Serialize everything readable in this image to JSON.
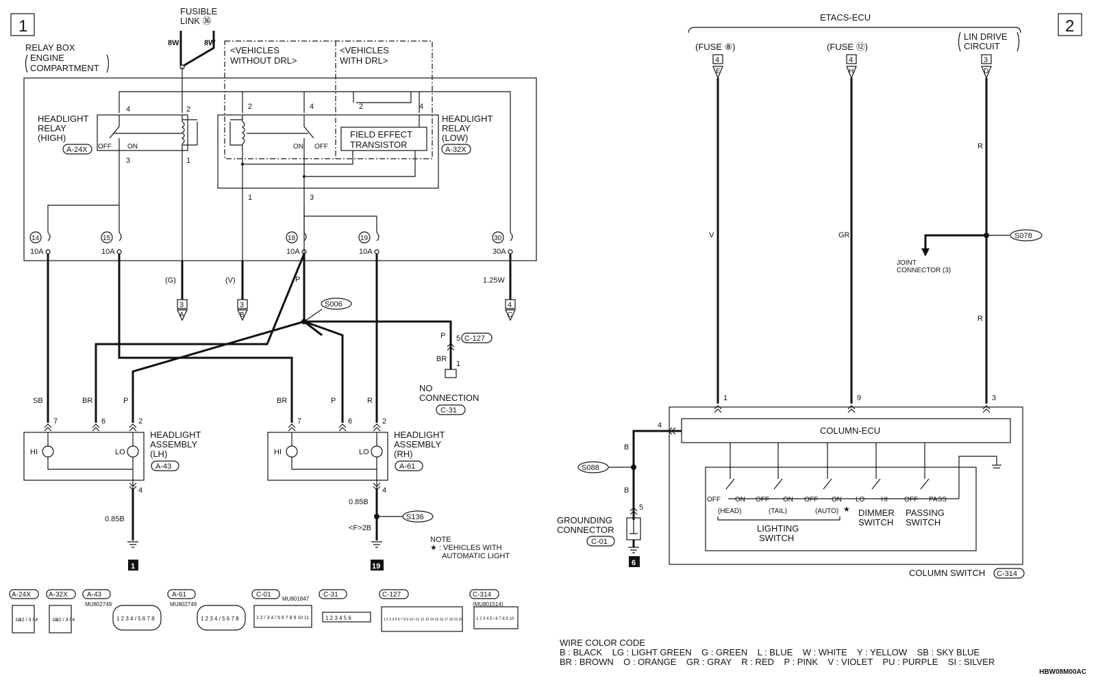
{
  "page_labels": {
    "left": "1",
    "right": "2"
  },
  "fusible_link": {
    "line1": "FUSIBLE",
    "line2": "LINK ㊱",
    "wire_left": "8W",
    "wire_right": "8W"
  },
  "relay_box": {
    "line1": "RELAY BOX",
    "line2": "ENGINE",
    "line3": "COMPARTMENT"
  },
  "variants": {
    "without_drl_1": "<VEHICLES",
    "without_drl_2": "WITHOUT DRL>",
    "with_drl_1": "<VEHICLES",
    "with_drl_2": "WITH DRL>"
  },
  "relay_high": {
    "line1": "HEADLIGHT",
    "line2": "RELAY",
    "line3": "(HIGH)",
    "connector": "A-24X",
    "off": "OFF",
    "on": "ON",
    "pin4": "4",
    "pin2": "2",
    "pin3": "3",
    "pin1": "1"
  },
  "relay_low": {
    "line1": "HEADLIGHT",
    "line2": "RELAY",
    "line3": "(LOW)",
    "connector": "A-32X",
    "on": "ON",
    "off": "OFF",
    "pin2a": "2",
    "pin4a": "4",
    "pin2b": "2",
    "pin4b": "4",
    "pin1": "1",
    "pin3": "3"
  },
  "fet": {
    "line1": "FIELD EFFECT",
    "line2": "TRANSISTOR"
  },
  "fuses": [
    {
      "num": "14",
      "amp": "10A"
    },
    {
      "num": "15",
      "amp": "10A"
    },
    {
      "num": "18",
      "amp": "10A"
    },
    {
      "num": "19",
      "amp": "10A"
    },
    {
      "num": "30",
      "amp": "30A"
    }
  ],
  "outputs": [
    {
      "color": "(G)",
      "num": "3",
      "letter": "A"
    },
    {
      "color": "(V)",
      "num": "3",
      "letter": "B"
    },
    {
      "color": "1.25W",
      "num": "4",
      "letter": "C"
    }
  ],
  "wire_labels": {
    "p_top": "P",
    "sb": "SB",
    "br_lh": "BR",
    "p_lh": "P",
    "br_rh": "BR",
    "p_rh": "P",
    "r_rh": "R",
    "p_c127": "P",
    "br_c127": "BR",
    "gnd_lh": "0.85B",
    "gnd_rh": "0.85B",
    "f2b": "<F>2B",
    "b_top": "B",
    "b_bot": "B",
    "v": "V",
    "gr": "GR",
    "r_top": "R",
    "r_bot": "R"
  },
  "splices": {
    "s006": "S006",
    "s136": "S136",
    "s088": "S088",
    "s078": "S078"
  },
  "c127": {
    "pin5": "5",
    "pin1": "1",
    "connector": "C-127"
  },
  "no_connection": {
    "line1": "NO",
    "line2": "CONNECTION",
    "connector": "C-31"
  },
  "headlight_lh": {
    "line1": "HEADLIGHT",
    "line2": "ASSEMBLY",
    "line3": "(LH)",
    "connector": "A-43",
    "hi": "HI",
    "lo": "LO",
    "pin7": "7",
    "pin6": "6",
    "pin2": "2",
    "pin4": "4"
  },
  "headlight_rh": {
    "line1": "HEADLIGHT",
    "line2": "ASSEMBLY",
    "line3": "(RH)",
    "connector": "A-61",
    "hi": "HI",
    "lo": "LO",
    "pin7": "7",
    "pin6": "6",
    "pin2": "2",
    "pin4": "4"
  },
  "grounds": {
    "g1": "1",
    "g19": "19",
    "g6": "6"
  },
  "note": {
    "line1": "NOTE",
    "line2": "★ : VEHICLES WITH",
    "line3": "AUTOMATIC LIGHT"
  },
  "etacs": {
    "title": "ETACS-ECU",
    "fuse8": "(FUSE ⑧)",
    "fuse12": "(FUSE ⑫)",
    "lin1": "LIN DRIVE",
    "lin2": "CIRCUIT",
    "n1": "4",
    "l1": "E",
    "n2": "4",
    "l2": "H",
    "n3": "3",
    "l3": "D"
  },
  "joint_connector": {
    "line1": "JOINT",
    "line2": "CONNECTOR (3)"
  },
  "column_ecu": {
    "title": "COLUMN-ECU",
    "pin1": "1",
    "pin9": "9",
    "pin3": "3",
    "pin4": "4"
  },
  "switches": {
    "lighting": {
      "off1": "OFF",
      "on1": "ON",
      "head": "(HEAD)",
      "off2": "OFF",
      "on2": "ON",
      "tail": "(TAIL)",
      "off3": "OFF",
      "on3": "ON",
      "auto": "(AUTO)",
      "star": "★",
      "line1": "LIGHTING",
      "line2": "SWITCH"
    },
    "dimmer": {
      "lo": "LO",
      "hi": "HI",
      "line1": "DIMMER",
      "line2": "SWITCH"
    },
    "passing": {
      "off": "OFF",
      "pass": "PASS",
      "line1": "PASSING",
      "line2": "SWITCH"
    }
  },
  "grounding_connector": {
    "line1": "GROUNDING",
    "line2": "CONNECTOR",
    "connector": "C-01",
    "pin5": "5"
  },
  "column_switch": {
    "label": "COLUMN SWITCH",
    "connector": "C-314"
  },
  "connector_views": [
    {
      "name": "A-24X",
      "part": "",
      "pins": "1⊠2 / 3 / 4"
    },
    {
      "name": "A-32X",
      "part": "",
      "pins": "1⊠2 / 3 / 4"
    },
    {
      "name": "A-43",
      "part": "MU802749",
      "pins": "1 2 3 4 / 5 6 7 8"
    },
    {
      "name": "A-61",
      "part": "MU802749",
      "pins": "1 2 3 4 / 5 6 7 8"
    },
    {
      "name": "C-01",
      "part": "MU801847",
      "pins": "1 2 / 3 4 / 5 6 7 8 9 10 11"
    },
    {
      "name": "C-31",
      "part": "",
      "pins": "1 2 3 4 5 6"
    },
    {
      "name": "C-127",
      "part": "",
      "pins": "1 2 3 4 5 6 7 8 9 10 / 11 12 13 14 15 16 17 18 19 20"
    },
    {
      "name": "C-314",
      "part": "(MU801514)",
      "pins": "1 2 3 4 5 / 6 7 8 9 10"
    }
  ],
  "wire_color_code": {
    "title": "WIRE COLOR CODE",
    "row1": "B : BLACK    LG : LIGHT GREEN    G : GREEN    L : BLUE    W : WHITE    Y : YELLOW    SB : SKY BLUE",
    "row2": "BR : BROWN    O : ORANGE    GR : GRAY    R : RED    P : PINK    V : VIOLET    PU : PURPLE    SI : SILVER"
  },
  "figure_code": "HBW08M00AC"
}
